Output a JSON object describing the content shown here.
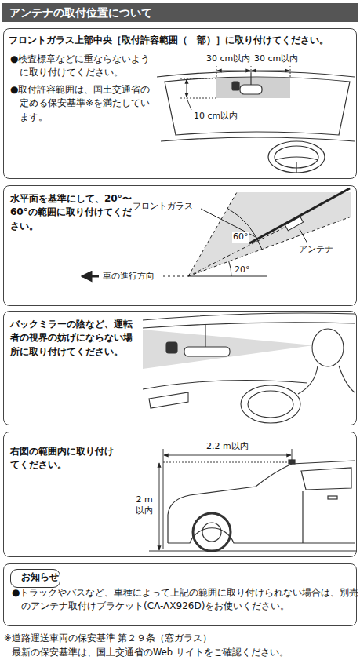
{
  "diagram": {
    "title": "アンテナの取付位置について",
    "nodes": [
      {
        "text": [
          "フロントガラス上部中央［取付許容範囲（　部）］に取り付けてください。",
          "●検査標章などに重ならないように取り付けてください。",
          "●取付許容範囲は、国土交通省の定める保安基準※を満たしています。"
        ]
      },
      {
        "text": [
          "水平面を基準にして、20°〜60°の範囲に取り付けてください。"
        ]
      },
      {
        "text": [
          "バックミラーの陰など、運転者の視界の妨げにならない場所に取り付けてください。"
        ]
      },
      {
        "text": [
          "右図の範囲内に取り付けてください。"
        ]
      },
      {
        "text": [
          "●トラックやバスなど、車種によって上記の範囲に取り付けられない場合は、別売のアンテナ取付けブラケット(CA-AX926D)をお使いください。"
        ]
      },
      {
        "text": [
          "お知らせ"
        ],
        "in": 4
      }
    ],
    "labels": [
      "30 cm以内",
      "30 cm以内",
      "10 cm以内",
      "フロントガラス",
      "60°",
      "アンテナ",
      "車の進行方向",
      "20°",
      "2.2 m以内",
      "2 m 以内",
      "※道路運送車両の保安基準 第２９条（窓ガラス）",
      "最新の保安基準は、国土交通省のWeb サイトをご確認ください。"
    ]
  }
}
